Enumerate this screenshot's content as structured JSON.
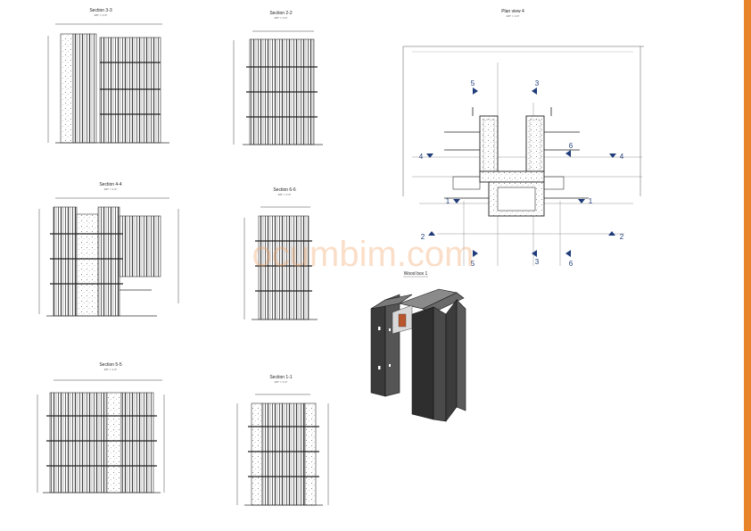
{
  "sheet": {
    "accent_color": "#e8842a",
    "watermark": "ocumbim.com"
  },
  "views": {
    "section_3_3": {
      "title": "Section 3-3",
      "scale": "3/8\" = 1'-0\""
    },
    "section_2_2": {
      "title": "Section 2-2",
      "scale": "3/8\" = 1'-0\""
    },
    "plan_view": {
      "title": "Plan view 4",
      "scale": "3/8\" = 1'-0\""
    },
    "section_4_4": {
      "title": "Section 4-4",
      "scale": "3/8\" = 1'-0\""
    },
    "section_6_6": {
      "title": "Section 6-6",
      "scale": "3/8\" = 1'-0\""
    },
    "section_5_5": {
      "title": "Section 5-5",
      "scale": "3/8\" = 1'-0\""
    },
    "section_1_1": {
      "title": "Section 1-1",
      "scale": "3/8\" = 1'-0\""
    },
    "wood_box": {
      "title": "Wood box 1"
    }
  },
  "section_markers": {
    "m5_top": "5",
    "m3_top": "3",
    "m6_right": "6",
    "m4_left": "4",
    "m4_right": "4",
    "m1_left": "1",
    "m1_right": "1",
    "m2_left": "2",
    "m2_right": "2",
    "m5_bottom": "5",
    "m3_bottom": "3",
    "m6_bottom": "6"
  }
}
